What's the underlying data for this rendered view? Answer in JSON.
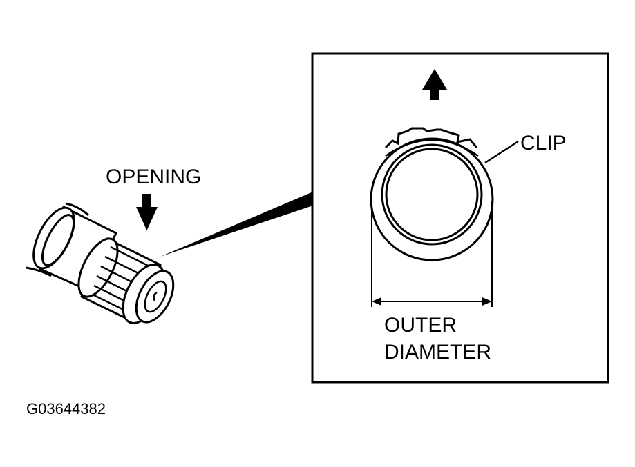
{
  "labels": {
    "opening": "OPENING",
    "clip": "CLIP",
    "outer_line1": "OUTER",
    "outer_line2": "DIAMETER",
    "figure_id": "G03644382"
  },
  "colors": {
    "ink": "#000000",
    "background": "#ffffff"
  }
}
